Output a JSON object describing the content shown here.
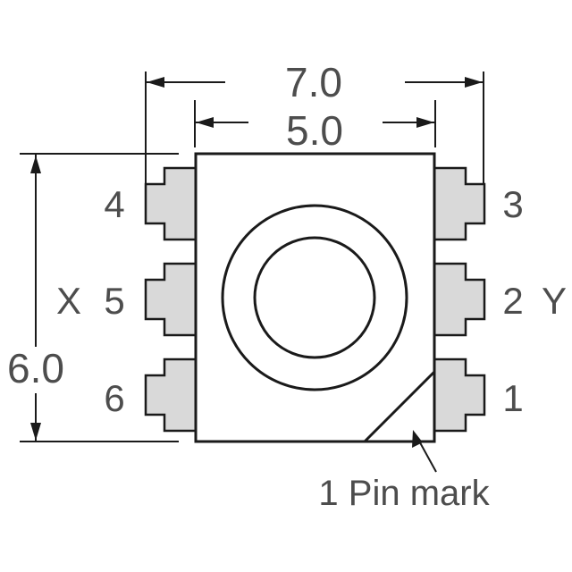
{
  "dimensions": {
    "overall_width": "7.0",
    "body_width": "5.0",
    "height": "6.0"
  },
  "pins": {
    "left": [
      "4",
      "5",
      "6"
    ],
    "right": [
      "3",
      "2",
      "1"
    ]
  },
  "axes": {
    "left": "X",
    "right": "Y"
  },
  "pin_mark_label": "1 Pin mark",
  "colors": {
    "outline": "#1a1a1a",
    "pad_fill": "#d9d9d9",
    "text": "#4d4d4d"
  }
}
